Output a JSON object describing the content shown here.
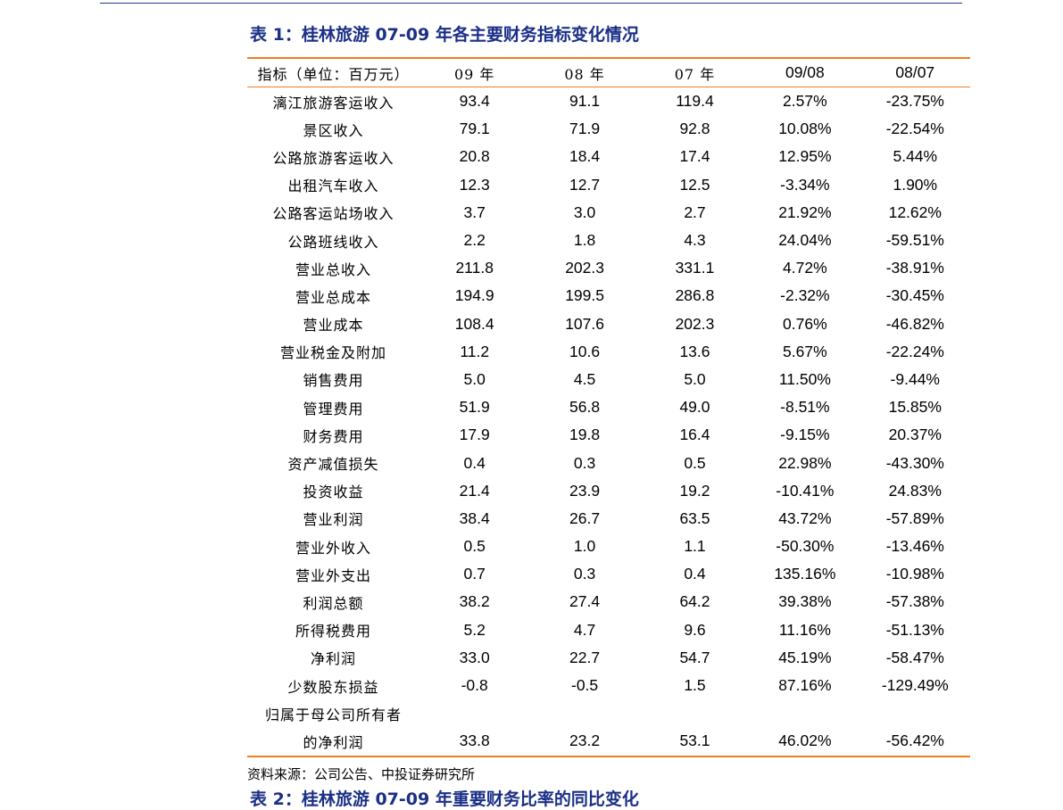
{
  "title": "表 1：桂林旅游 07-09 年各主要财务指标变化情况",
  "table": {
    "headers": [
      "指标（单位：百万元）",
      "09 年",
      "08 年",
      "07 年",
      "09/08",
      "08/07"
    ],
    "rows": [
      [
        "漓江旅游客运收入",
        "93.4",
        "91.1",
        "119.4",
        "2.57%",
        "-23.75%"
      ],
      [
        "景区收入",
        "79.1",
        "71.9",
        "92.8",
        "10.08%",
        "-22.54%"
      ],
      [
        "公路旅游客运收入",
        "20.8",
        "18.4",
        "17.4",
        "12.95%",
        "5.44%"
      ],
      [
        "出租汽车收入",
        "12.3",
        "12.7",
        "12.5",
        "-3.34%",
        "1.90%"
      ],
      [
        "公路客运站场收入",
        "3.7",
        "3.0",
        "2.7",
        "21.92%",
        "12.62%"
      ],
      [
        "公路班线收入",
        "2.2",
        "1.8",
        "4.3",
        "24.04%",
        "-59.51%"
      ],
      [
        "营业总收入",
        "211.8",
        "202.3",
        "331.1",
        "4.72%",
        "-38.91%"
      ],
      [
        "营业总成本",
        "194.9",
        "199.5",
        "286.8",
        "-2.32%",
        "-30.45%"
      ],
      [
        "营业成本",
        "108.4",
        "107.6",
        "202.3",
        "0.76%",
        "-46.82%"
      ],
      [
        "营业税金及附加",
        "11.2",
        "10.6",
        "13.6",
        "5.67%",
        "-22.24%"
      ],
      [
        "销售费用",
        "5.0",
        "4.5",
        "5.0",
        "11.50%",
        "-9.44%"
      ],
      [
        "管理费用",
        "51.9",
        "56.8",
        "49.0",
        "-8.51%",
        "15.85%"
      ],
      [
        "财务费用",
        "17.9",
        "19.8",
        "16.4",
        "-9.15%",
        "20.37%"
      ],
      [
        "资产减值损失",
        "0.4",
        "0.3",
        "0.5",
        "22.98%",
        "-43.30%"
      ],
      [
        "投资收益",
        "21.4",
        "23.9",
        "19.2",
        "-10.41%",
        "24.83%"
      ],
      [
        "营业利润",
        "38.4",
        "26.7",
        "63.5",
        "43.72%",
        "-57.89%"
      ],
      [
        "营业外收入",
        "0.5",
        "1.0",
        "1.1",
        "-50.30%",
        "-13.46%"
      ],
      [
        "营业外支出",
        "0.7",
        "0.3",
        "0.4",
        "135.16%",
        "-10.98%"
      ],
      [
        "利润总额",
        "38.2",
        "27.4",
        "64.2",
        "39.38%",
        "-57.38%"
      ],
      [
        "所得税费用",
        "5.2",
        "4.7",
        "9.6",
        "11.16%",
        "-51.13%"
      ],
      [
        "净利润",
        "33.0",
        "22.7",
        "54.7",
        "45.19%",
        "-58.47%"
      ],
      [
        "少数股东损益",
        "-0.8",
        "-0.5",
        "1.5",
        "87.16%",
        "-129.49%"
      ],
      [
        "归属于母公司所有者",
        "",
        "",
        "",
        "",
        ""
      ],
      [
        "的净利润",
        "33.8",
        "23.2",
        "53.1",
        "46.02%",
        "-56.42%"
      ]
    ]
  },
  "source": "资料来源：公司公告、中投证券研究所",
  "next_title": "表 2：桂林旅游 07-09 年重要财务比率的同比变化",
  "colors": {
    "title_blue": "#1a2f86",
    "rule_orange": "#ef7d22",
    "top_rule_blue": "#1f3a8a"
  }
}
